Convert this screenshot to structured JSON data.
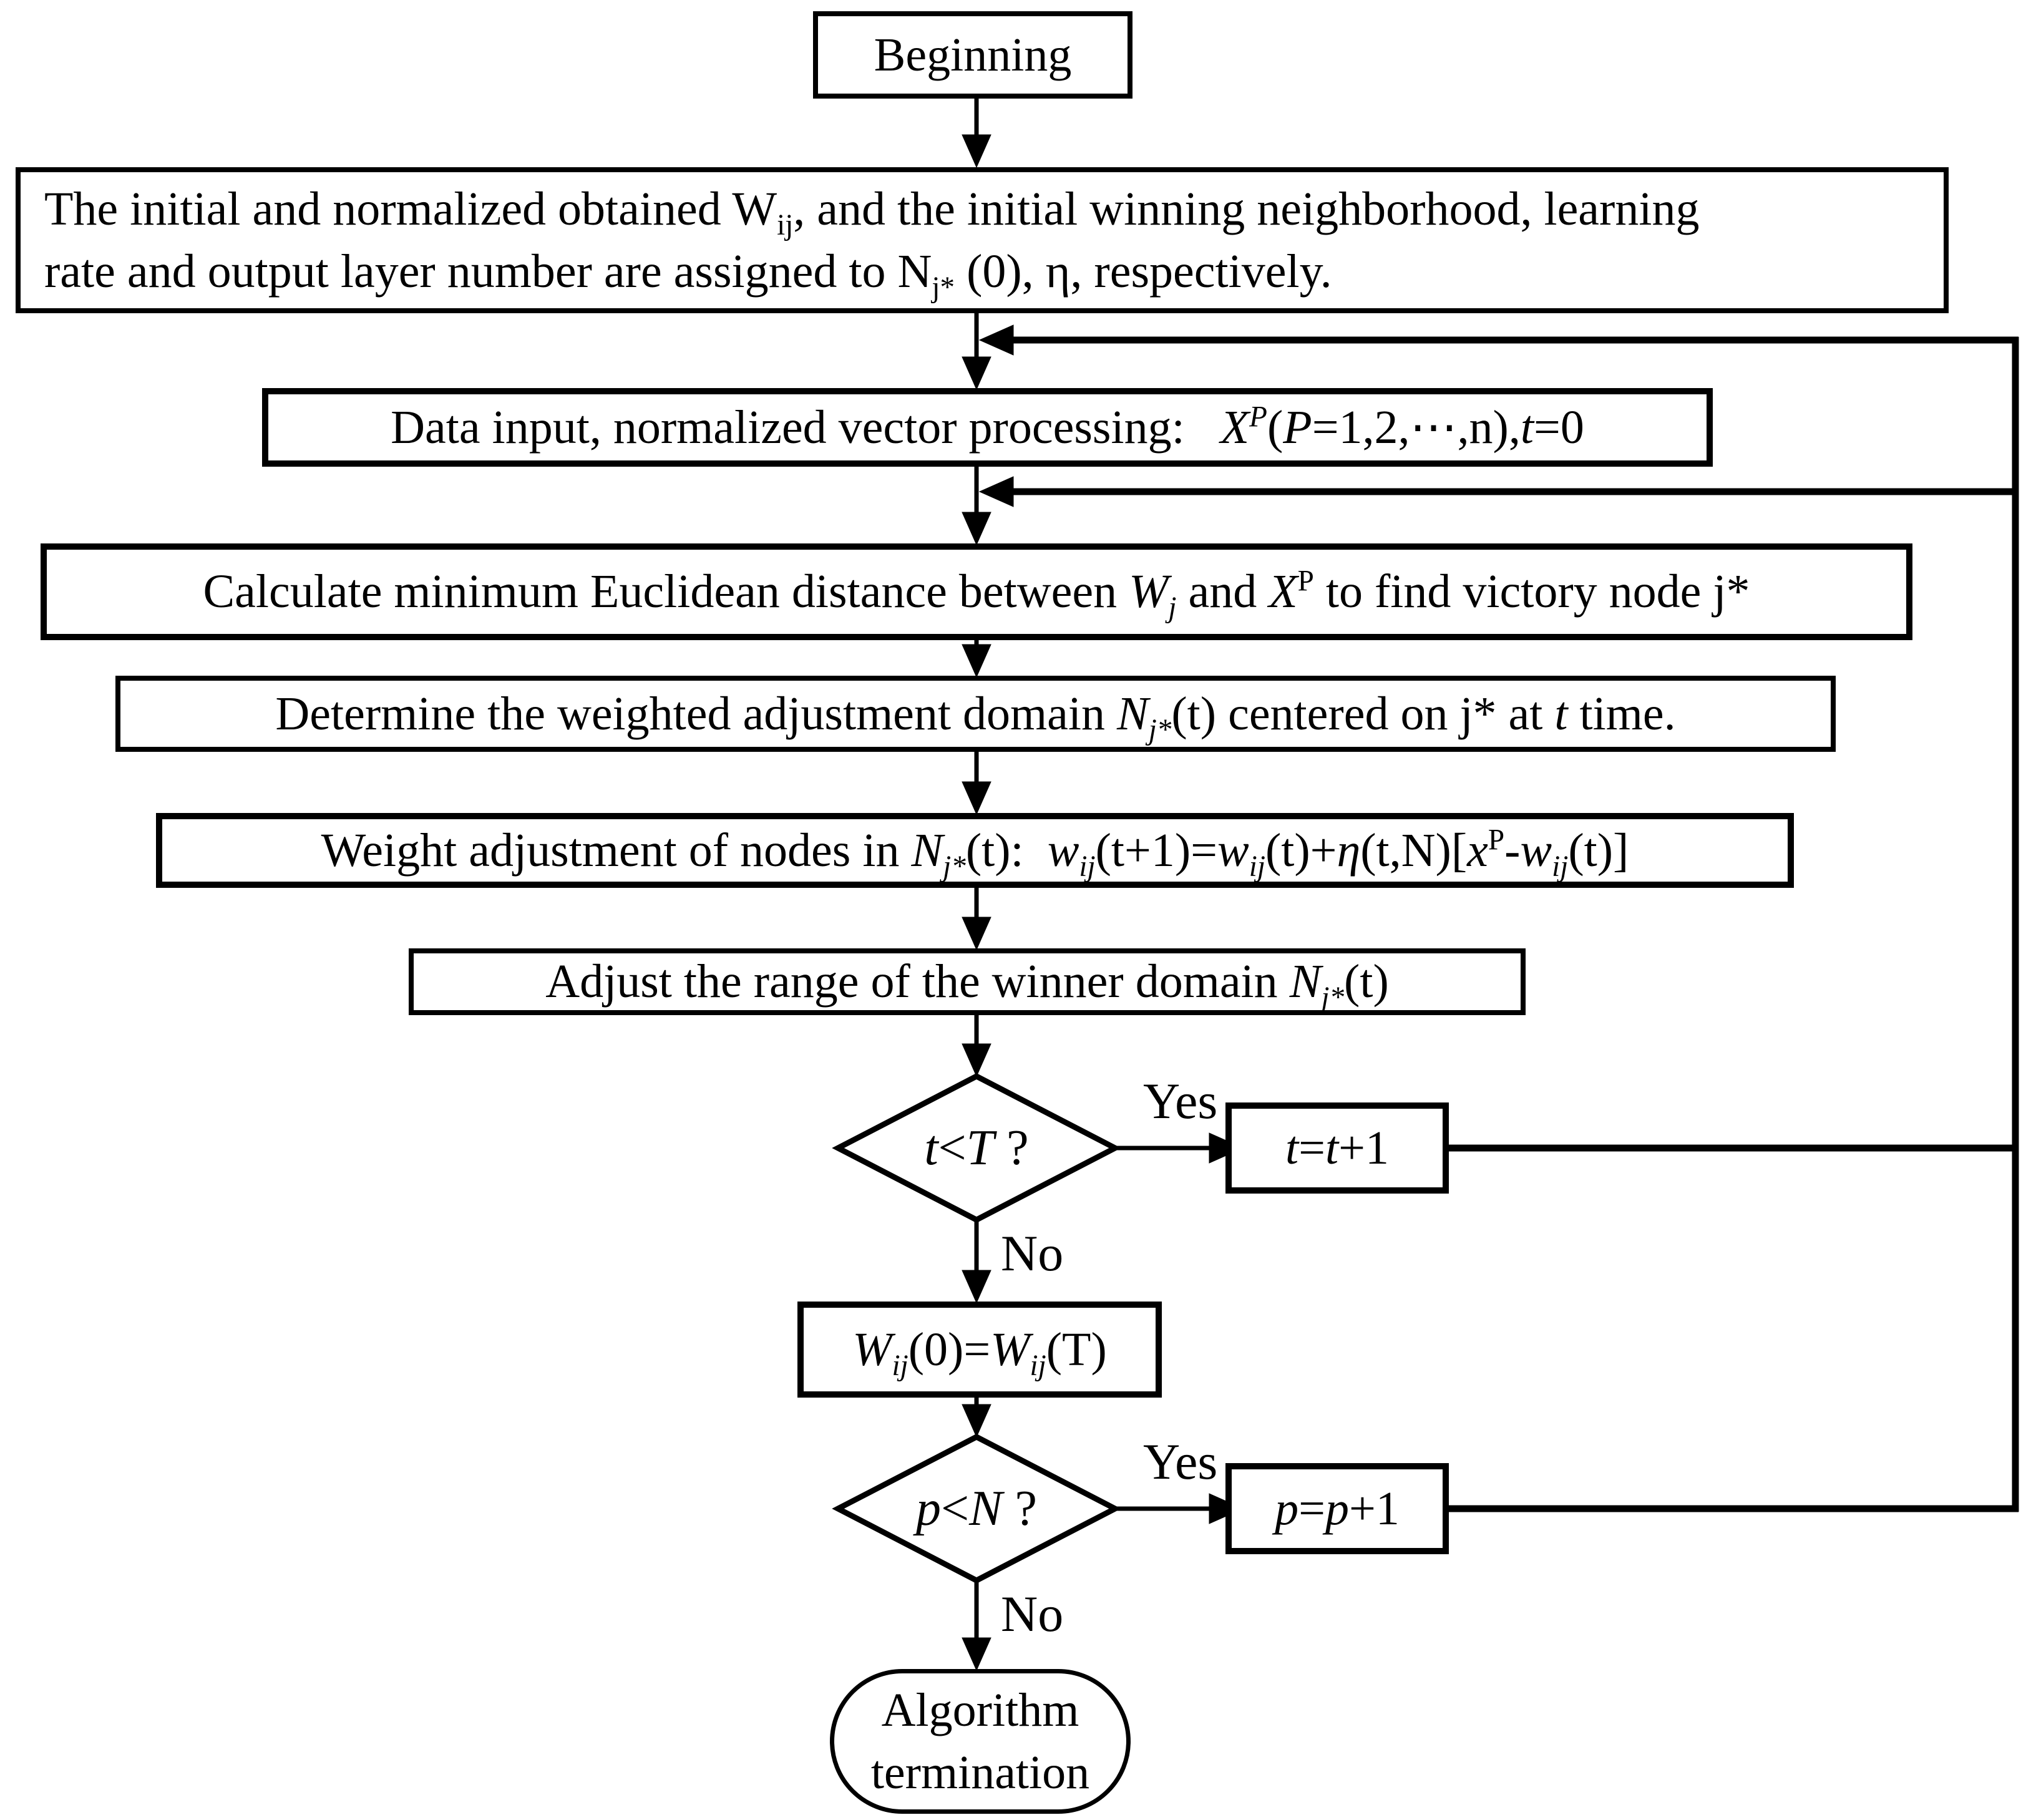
{
  "colors": {
    "line": "#000000",
    "fill": "#ffffff",
    "text": "#000000"
  },
  "nodes": {
    "beginning": {
      "label": "Beginning"
    },
    "init": {
      "html": "The initial and normalized obtained W<sub>ij</sub>, and the initial winning neighborhood, learning<br>rate and output layer number are assigned to N<sub>j*</sub> (0), η, respectively."
    },
    "data_input": {
      "html": "Data input, normalized vector processing:&nbsp;&nbsp; <i>X</i><sup><i>P</i></sup>(<i>P</i>=1,2,⋯,n),<i>t</i>=0"
    },
    "calc_distance": {
      "html": "Calculate minimum Euclidean distance between <i>W<sub>j</sub></i> and <i>X</i><sup>P</sup> to find victory node j*"
    },
    "determine_domain": {
      "html": "Determine the weighted adjustment domain <i>N<sub>j*</sub></i>(t) centered on j* at <i>t</i> time."
    },
    "weight_adjust": {
      "html": "Weight adjustment of nodes in <i>N<sub>j*</sub></i>(t):&nbsp; <i>w<sub>ij</sub></i>(t+1)=<i>w<sub>ij</sub></i>(t)+<i>η</i>(t,N)[<i>x</i><sup>P</sup>-<i>w<sub>ij</sub></i>(t)]"
    },
    "adjust_range": {
      "html": "Adjust the range of the winner domain <i>N<sub>j*</sub></i>(t)"
    },
    "decision_t": {
      "html": "<i>t</i>&lt;<i>T</i> ?"
    },
    "t_increment": {
      "html": "<i>t</i>=<i>t</i>+1"
    },
    "w_reset": {
      "html": "<i>W<sub>ij</sub></i>(0)=<i>W<sub>ij</sub></i>(T)"
    },
    "decision_p": {
      "html": "<i>p</i>&lt;<i>N</i> ?"
    },
    "p_increment": {
      "html": "<i>p</i>=<i>p</i>+1"
    },
    "termination": {
      "html": "Algorithm<br>termination"
    }
  },
  "labels": {
    "yes_t": "Yes",
    "no_t": "No",
    "yes_p": "Yes",
    "no_p": "No"
  }
}
